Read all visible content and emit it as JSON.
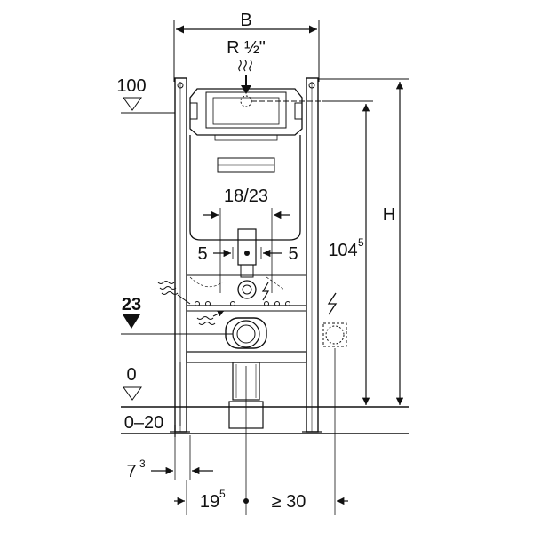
{
  "dimensions": {
    "width_label": "B",
    "connection_label": "R ½\"",
    "height_label": "H",
    "height_value": "104",
    "height_value_sup": "5",
    "spacing_label": "18/23",
    "offset_left": "5",
    "offset_right": "5",
    "bottom_left_value": "7",
    "bottom_left_sup": "3",
    "bottom_mid_value": "19",
    "bottom_mid_sup": "5",
    "bottom_right_value": "≥ 30"
  },
  "levels": {
    "upper": "100",
    "drain": "23",
    "floor": "0",
    "floor_range": "0–20"
  },
  "colors": {
    "line": "#111111",
    "background": "#ffffff"
  }
}
